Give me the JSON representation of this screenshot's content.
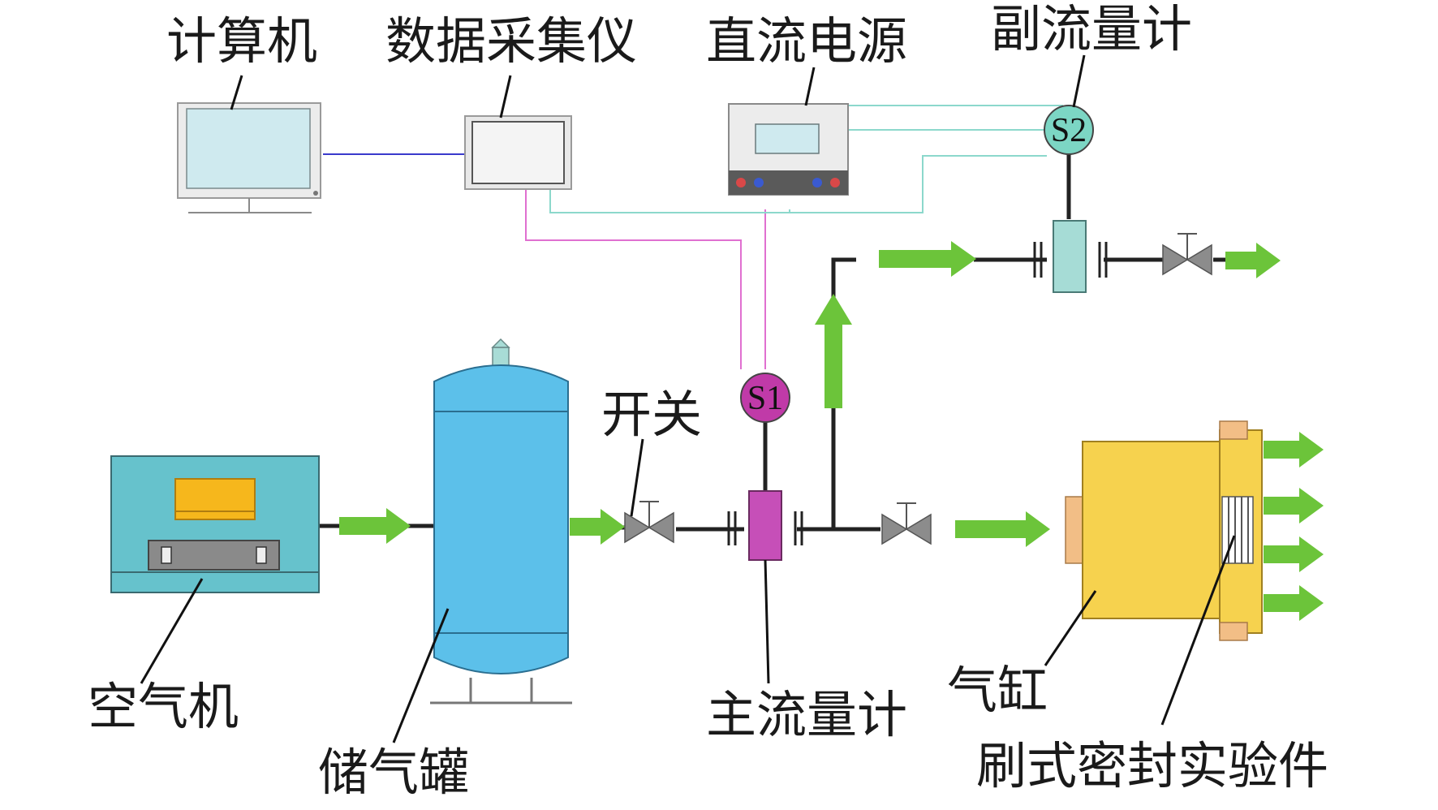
{
  "labels": {
    "computer": "计算机",
    "daq": "数据采集仪",
    "dc_power": "直流电源",
    "sub_flowmeter": "副流量计",
    "switch": "开关",
    "air_compressor": "空气机",
    "tank": "储气罐",
    "main_flowmeter": "主流量计",
    "cylinder": "气缸",
    "brush_seal_specimen": "刷式密封实验件"
  },
  "sensors": {
    "s1": "S1",
    "s2": "S2"
  },
  "colors": {
    "arrow": "#6cc43a",
    "pipe": "#222222",
    "compressor": "#66c2cc",
    "tank": "#5cc0ea",
    "flowmeter_main": "#c64fb8",
    "flowmeter_sub": "#a6dcd6",
    "sensor_s1": "#c03aa8",
    "sensor_s2": "#7cd6c4",
    "cylinder": "#f6d24e",
    "cylinder_flange": "#f2be86",
    "valve": "#8c8c8c",
    "wire_blue": "#3a3acc",
    "wire_pink": "#e070d0",
    "wire_cyan": "#8cd8cc"
  }
}
